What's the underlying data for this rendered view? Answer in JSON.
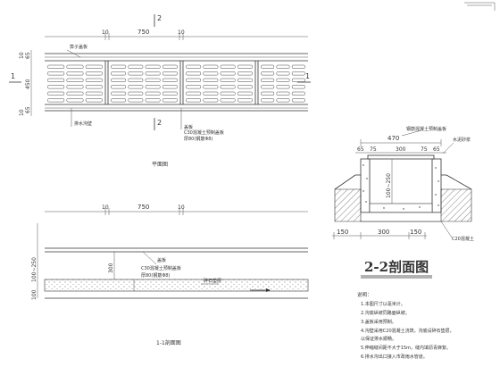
{
  "plan": {
    "section_mark": "2",
    "dim_side_left": "10",
    "dim_span": "750",
    "dim_side_right": "10",
    "section_1": "1",
    "left_dims": [
      "10",
      "65",
      "450",
      "65",
      "10"
    ],
    "leader_top": "箅子盖板",
    "leader_bottom": "排水沟壁",
    "note_lines": [
      "盖板",
      "C30混凝土预制盖板",
      "厚80(钢筋Φ8)"
    ],
    "caption": "平面图"
  },
  "section_1_1": {
    "dim_side_left": "10",
    "dim_span": "750",
    "dim_side_right": "10",
    "left_dim": "100~250",
    "left_dim_small": "100",
    "mid_dim": "300",
    "note_lines": [
      "盖板",
      "C30混凝土预制盖板",
      "厚80(钢筋Φ8)"
    ],
    "label_bed": "碎石垫层",
    "caption": "1-1剖面图"
  },
  "section_2_2": {
    "top_dim": "470",
    "label_top_left": "钢筋混凝土预制盖板",
    "label_top_right": "水泥砂浆",
    "row_dims": [
      "65",
      "75",
      "300",
      "75",
      "65"
    ],
    "height_dim": "100~250",
    "bottom_dims": [
      "150",
      "300",
      "150"
    ],
    "label_right": "C20混凝土",
    "title": "2-2剖面图"
  },
  "notes": {
    "heading": "说明：",
    "items": [
      "1.本图尺寸以毫米计。",
      "2.沟底纵坡同路面纵坡。",
      "3.盖板采用预制。",
      "4.沟壁采用C20混凝土浇筑，沟底设碎石垫层，",
      "  以保证排水顺畅。",
      "5.伸缩缝间距不大于15m，缝内填沥青麻絮。",
      "6.排水沟出口接入市政雨水管道。"
    ]
  }
}
